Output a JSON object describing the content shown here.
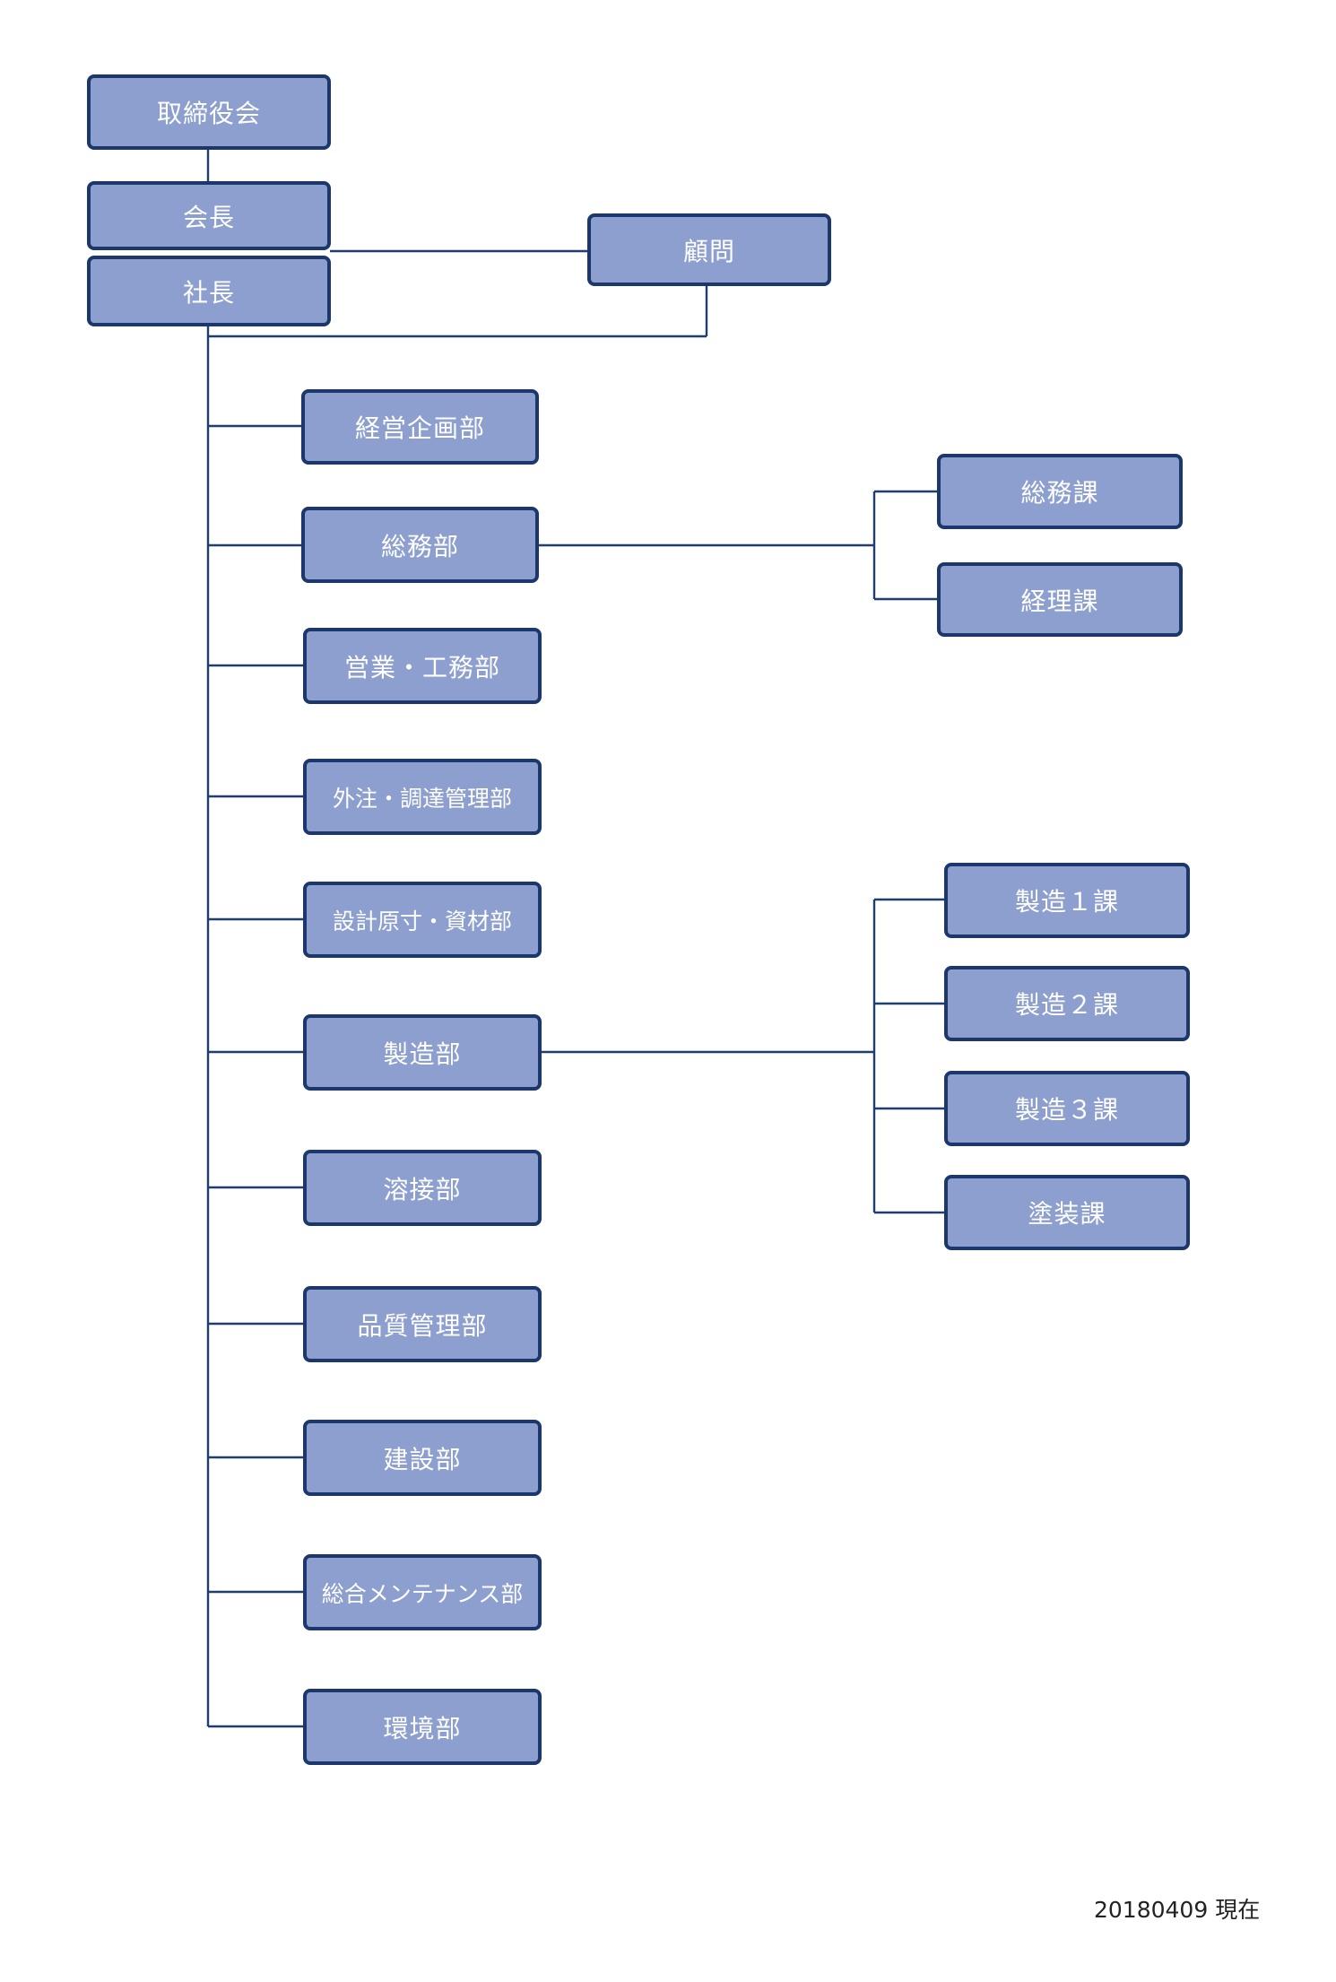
{
  "org_chart": {
    "top": {
      "board": "取締役会",
      "chairman": "会長",
      "president": "社長",
      "advisor": "顧問"
    },
    "departments": [
      "経営企画部",
      "総務部",
      "営業・工務部",
      "外注・調達管理部",
      "設計原寸・資材部",
      "製造部",
      "溶接部",
      "品質管理部",
      "建設部",
      "総合メンテナンス部",
      "環境部"
    ],
    "general_affairs_sections": [
      "総務課",
      "経理課"
    ],
    "manufacturing_sections": [
      "製造１課",
      "製造２課",
      "製造３課",
      "塗装課"
    ]
  },
  "footer": {
    "date": "20180409 現在"
  },
  "colors": {
    "box_fill": "#8c9fcf",
    "box_border": "#1c376c",
    "connector": "#1f3d6e"
  }
}
